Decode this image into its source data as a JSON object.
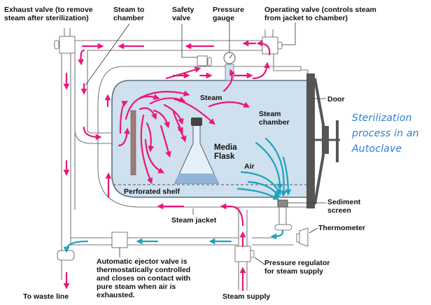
{
  "title": "Sterilization\nprocess in an\nAutoclave",
  "colors": {
    "steam": "#e8177d",
    "air": "#1aa3bf",
    "chamber": "#cfe0ee",
    "door": "#555555",
    "title": "#2a7fd4"
  },
  "labels": {
    "exhaust_valve": "Exhaust valve (to remove\nsteam after sterilization)",
    "steam_to_chamber": "Steam to\nchamber",
    "safety_valve": "Safety\nvalve",
    "pressure_gauge": "Pressure\ngauge",
    "operating_valve": "Operating valve (controls steam\nfrom jacket to chamber)",
    "steam": "Steam",
    "steam_chamber": "Steam\nchamber",
    "door": "Door",
    "media_flask": "Media\nFlask",
    "air": "Air",
    "perforated_shelf": "Perforated shelf",
    "sediment_screen": "Sediment\nscreen",
    "steam_jacket": "Steam jacket",
    "thermometer": "Thermometer",
    "ejector_valve": "Automatic ejector valve is\nthermostatically controlled\nand closes on contact with\npure steam when air is\nexhausted.",
    "pressure_regulator": "Pressure regulator\nfor steam supply",
    "waste_line": "To waste line",
    "steam_supply": "Steam supply"
  }
}
